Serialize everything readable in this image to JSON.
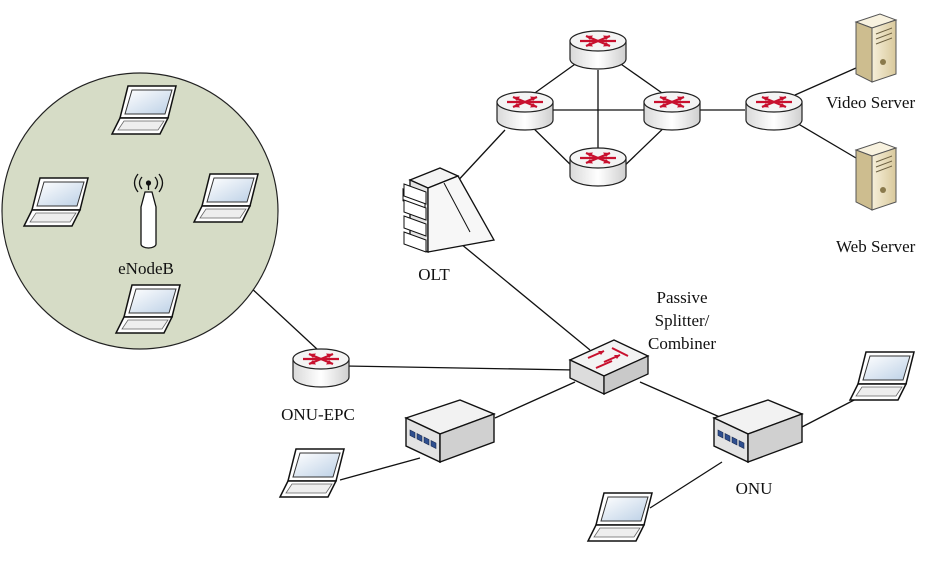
{
  "labels": {
    "enodeb": "eNodeB",
    "olt": "OLT",
    "splitter_line1": "Passive",
    "splitter_line2": "Splitter/",
    "splitter_line3": "Combiner",
    "onu_epc": "ONU-EPC",
    "onu": "ONU",
    "video_server": "Video Server",
    "web_server": "Web Server"
  },
  "colors": {
    "cell_fill": "#d6dcc6",
    "arrow_red": "#c8102e",
    "device_grey": "#e7e7e7",
    "port_blue": "#2f4f8f",
    "server_beige": "#efe3c2"
  },
  "icons": {
    "router": "router-icon",
    "laptop": "laptop-icon",
    "antenna": "antenna-icon",
    "olt": "olt-rack-icon",
    "splitter": "splitter-switch-icon",
    "onu": "onu-box-icon",
    "server": "server-tower-icon"
  }
}
